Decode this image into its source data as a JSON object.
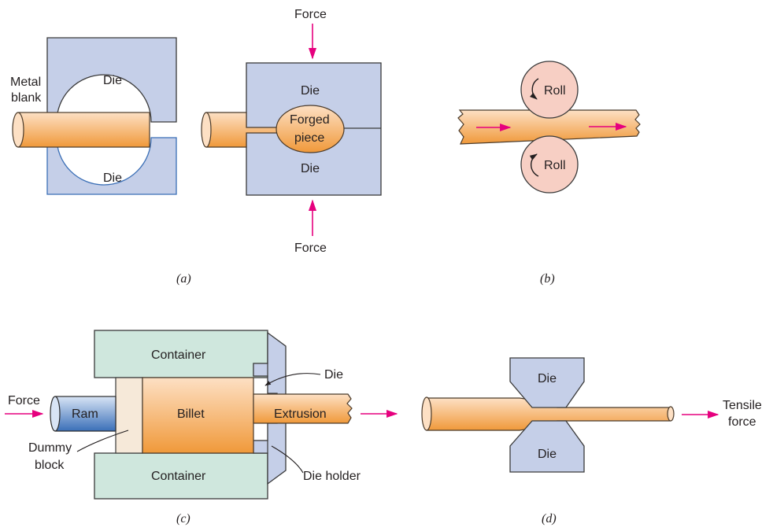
{
  "colors": {
    "die_fill": "#c5cfe8",
    "die_stroke": "#3a3a3a",
    "die_holder_stroke": "#3b6fb6",
    "workpiece_light": "#fde0c4",
    "workpiece_dark": "#f0993a",
    "roll_fill": "#f7cfc4",
    "container_fill": "#cfe7dd",
    "ram_light": "#d8e4f5",
    "ram_dark": "#3a6fb8",
    "dummy_block_fill": "#f6e9d9",
    "arrow": "#e6007e",
    "text": "#231f20"
  },
  "panel_a": {
    "caption": "(a)",
    "metal_blank_line1": "Metal",
    "metal_blank_line2": "blank",
    "die_top": "Die",
    "die_bottom": "Die",
    "die_top_right": "Die",
    "die_bottom_right": "Die",
    "forged_piece_line1": "Forged",
    "forged_piece_line2": "piece",
    "force_top": "Force",
    "force_bottom": "Force"
  },
  "panel_b": {
    "caption": "(b)",
    "roll_top": "Roll",
    "roll_bottom": "Roll"
  },
  "panel_c": {
    "caption": "(c)",
    "container_top": "Container",
    "container_bottom": "Container",
    "force": "Force",
    "ram": "Ram",
    "billet": "Billet",
    "extrusion": "Extrusion",
    "die": "Die",
    "die_holder": "Die holder",
    "dummy_block_line1": "Dummy",
    "dummy_block_line2": "block"
  },
  "panel_d": {
    "caption": "(d)",
    "die_top": "Die",
    "die_bottom": "Die",
    "tensile_line1": "Tensile",
    "tensile_line2": "force"
  }
}
